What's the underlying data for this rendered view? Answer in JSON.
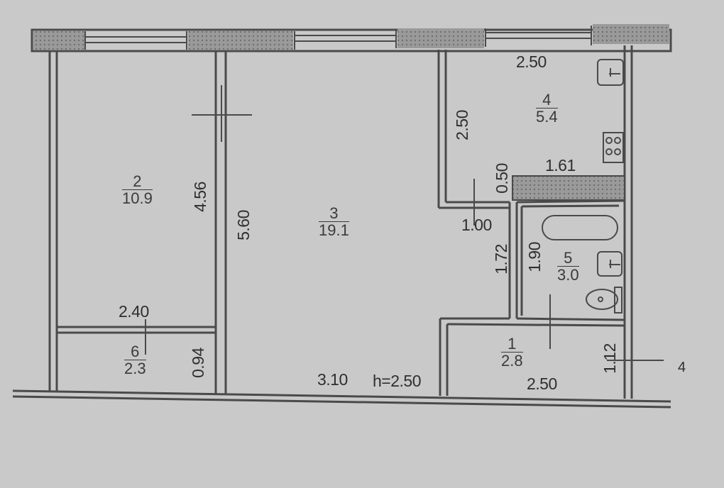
{
  "colors": {
    "background": "#c9c9c9",
    "wall": "#4a4a4a",
    "hatch": "#8a8a8a",
    "paper": "#d2d2d2"
  },
  "rooms": [
    {
      "number": "2",
      "area": "10.9"
    },
    {
      "number": "3",
      "area": "19.1"
    },
    {
      "number": "4",
      "area": "5.4"
    },
    {
      "number": "5",
      "area": "3.0"
    },
    {
      "number": "1",
      "area": "2.8"
    },
    {
      "number": "6",
      "area": "2.3"
    }
  ],
  "dimensions": {
    "kitchen_width": "2.50",
    "kitchen_depth": "2.50",
    "partition_length": "1.61",
    "partition_depth": "0.50",
    "doorway_width": "1.00",
    "corridor_length": "1.72",
    "bathroom_length": "1.90",
    "bedroom_length": "4.56",
    "living_length": "5.60",
    "bedroom_width": "2.40",
    "storage_depth": "0.94",
    "living_width": "3.10",
    "ceiling_height": "h=2.50",
    "hall_width": "2.50",
    "hall_depth": "1.12"
  },
  "callout": "4",
  "icons": [
    "sink-icon",
    "stove-icon",
    "bathtub-icon",
    "toilet-icon"
  ]
}
